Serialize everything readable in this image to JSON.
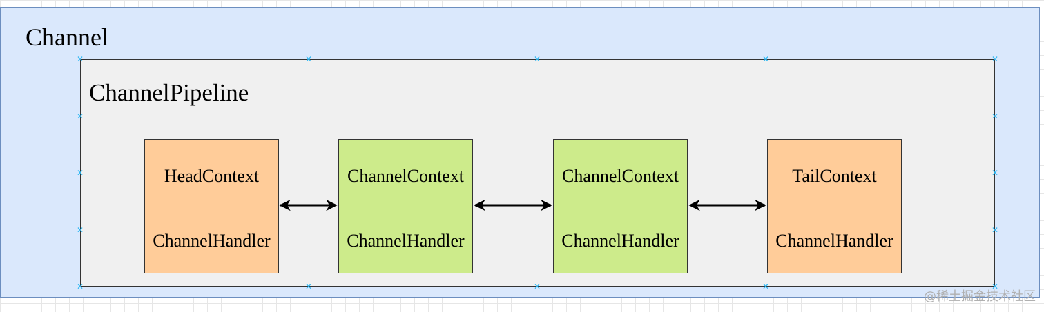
{
  "diagram": {
    "channel_label": "Channel",
    "pipeline_label": "ChannelPipeline",
    "contexts": [
      {
        "context_label": "HeadContext",
        "handler_label": "ChannelHandler",
        "color": "#ffcc99"
      },
      {
        "context_label": "ChannelContext",
        "handler_label": "ChannelHandler",
        "color": "#cdeb8b"
      },
      {
        "context_label": "ChannelContext",
        "handler_label": "ChannelHandler",
        "color": "#cdeb8b"
      },
      {
        "context_label": "TailContext",
        "handler_label": "ChannelHandler",
        "color": "#ffcc99"
      }
    ],
    "links": [
      {
        "from": 0,
        "to": 1,
        "direction": "both"
      },
      {
        "from": 1,
        "to": 2,
        "direction": "both"
      },
      {
        "from": 2,
        "to": 3,
        "direction": "both"
      }
    ],
    "colors": {
      "channel_fill": "#dae8fc",
      "pipeline_fill": "#f0f0f0",
      "selection_handle": "#29b6f2"
    }
  },
  "watermark": "@稀土掘金技术社区"
}
